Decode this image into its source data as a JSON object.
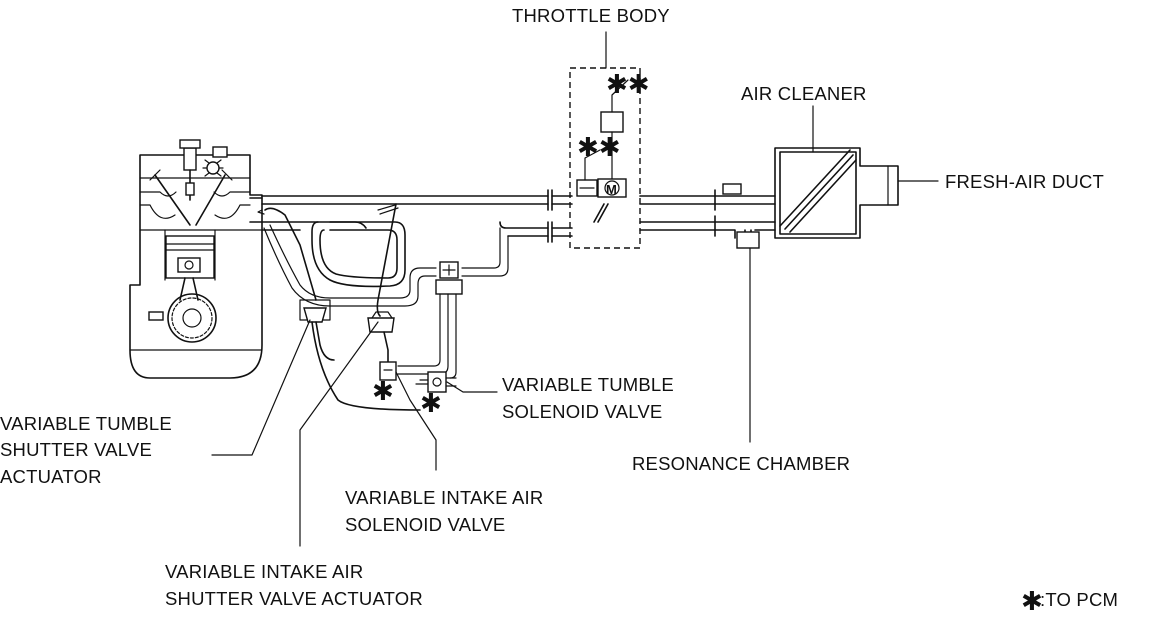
{
  "labels": {
    "throttle_body": "THROTTLE BODY",
    "air_cleaner": "AIR CLEANER",
    "fresh_air_duct": "FRESH-AIR DUCT",
    "variable_tumble_solenoid_line1": "VARIABLE TUMBLE",
    "variable_tumble_solenoid_line2": "SOLENOID VALVE",
    "resonance_chamber": "RESONANCE CHAMBER",
    "variable_tumble_shutter_line1": "VARIABLE TUMBLE",
    "variable_tumble_shutter_line2": "SHUTTER VALVE",
    "variable_tumble_shutter_line3": "ACTUATOR",
    "variable_intake_solenoid_line1": "VARIABLE INTAKE AIR",
    "variable_intake_solenoid_line2": "SOLENOID VALVE",
    "variable_intake_shutter_line1": "VARIABLE INTAKE AIR",
    "variable_intake_shutter_line2": "SHUTTER VALVE ACTUATOR"
  },
  "markers": {
    "double_star": "✱✱",
    "single_star": "✱",
    "motor": "M"
  },
  "legend": {
    "symbol": "✱",
    "text": ":TO PCM"
  }
}
